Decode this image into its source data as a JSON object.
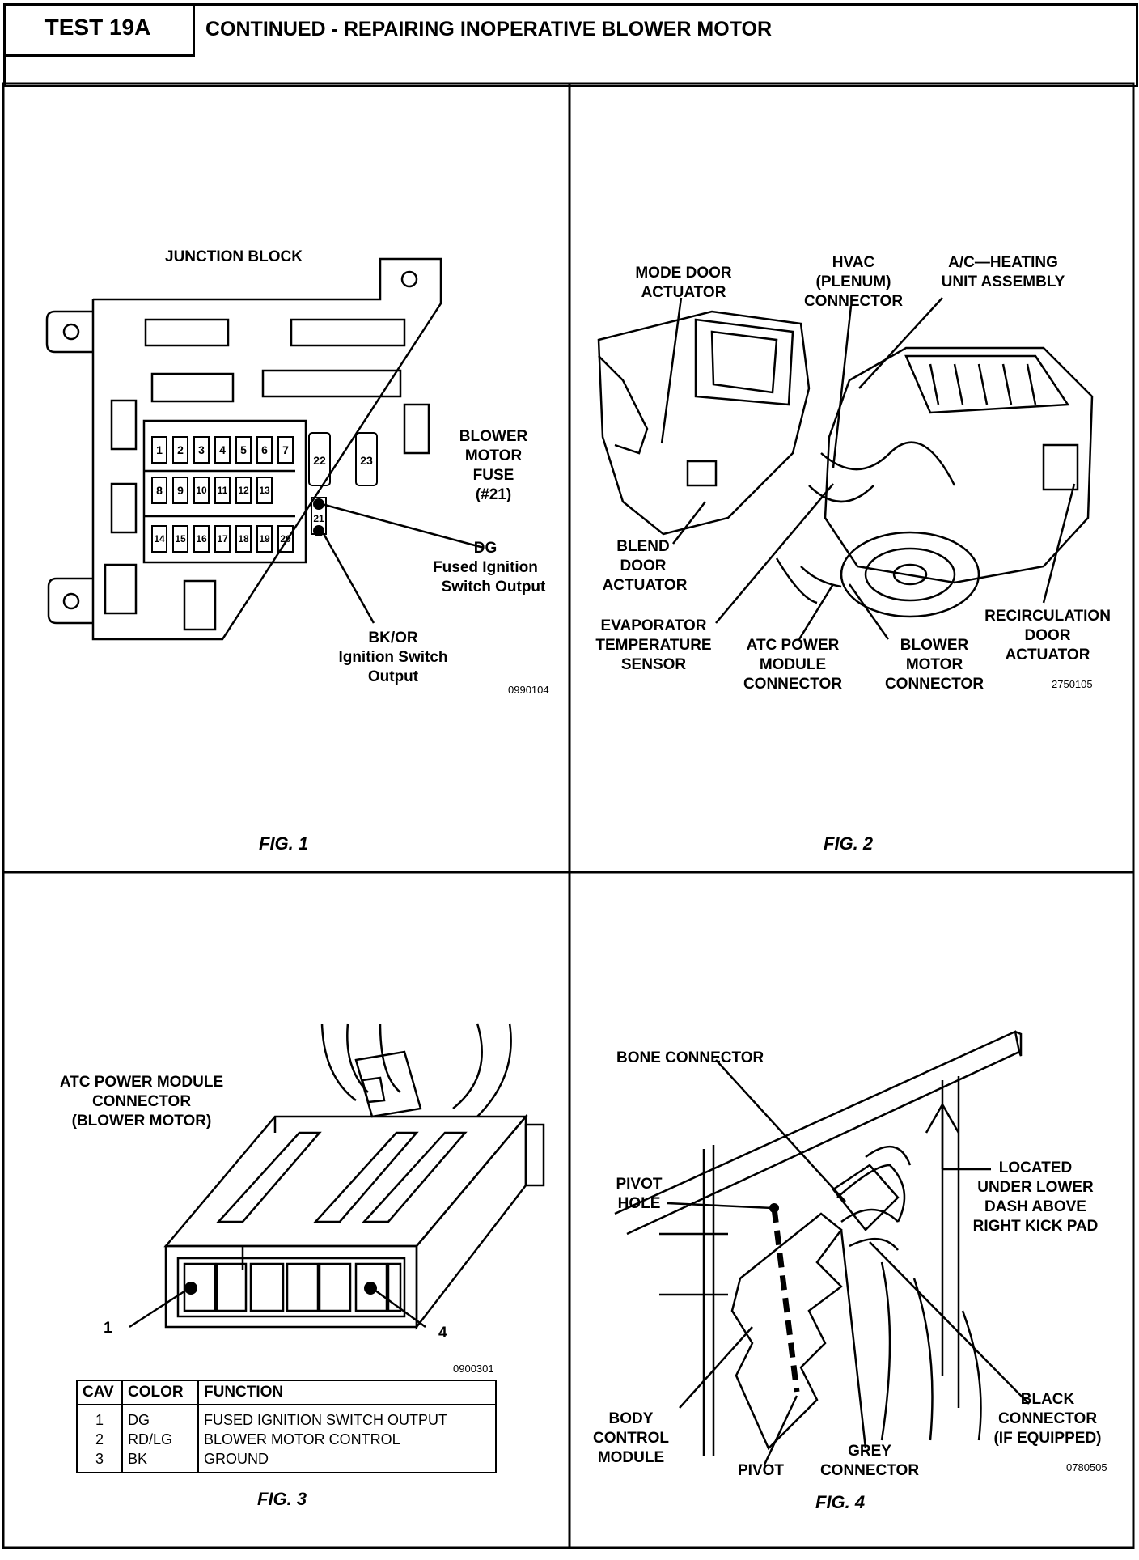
{
  "header": {
    "test_label": "TEST 19A",
    "title": "CONTINUED - REPAIRING INOPERATIVE BLOWER MOTOR"
  },
  "fig1": {
    "title": "JUNCTION BLOCK",
    "blower_fuse": [
      "BLOWER",
      "MOTOR",
      "FUSE",
      "(#21)"
    ],
    "dg": [
      "DG",
      "Fused Ignition",
      "Switch Output"
    ],
    "bkor": [
      "BK/OR",
      "Ignition Switch",
      "Output"
    ],
    "fuses_row1": [
      "1",
      "2",
      "3",
      "4",
      "5",
      "6",
      "7"
    ],
    "fuses_row2": [
      "8",
      "9",
      "10",
      "11",
      "12",
      "13"
    ],
    "fuses_row3": [
      "14",
      "15",
      "16",
      "17",
      "18",
      "19",
      "20"
    ],
    "fuse_21": "21",
    "fuse_22": "22",
    "fuse_23": "23",
    "code": "0990104",
    "caption": "FIG. 1"
  },
  "fig2": {
    "mode_door": [
      "MODE DOOR",
      "ACTUATOR"
    ],
    "hvac": [
      "HVAC",
      "(PLENUM)",
      "CONNECTOR"
    ],
    "ac_heating": [
      "A/C—HEATING",
      "UNIT ASSEMBLY"
    ],
    "blend_door": [
      "BLEND",
      "DOOR",
      "ACTUATOR"
    ],
    "evap": [
      "EVAPORATOR",
      "TEMPERATURE",
      "SENSOR"
    ],
    "atc_power": [
      "ATC POWER",
      "MODULE",
      "CONNECTOR"
    ],
    "blower_conn": [
      "BLOWER",
      "MOTOR",
      "CONNECTOR"
    ],
    "recirc": [
      "RECIRCULATION",
      "DOOR",
      "ACTUATOR"
    ],
    "code": "2750105",
    "caption": "FIG. 2"
  },
  "fig3": {
    "label": [
      "ATC POWER MODULE",
      "CONNECTOR",
      "(BLOWER MOTOR)"
    ],
    "pin1": "1",
    "pin4": "4",
    "code": "0900301",
    "table": {
      "headers": [
        "CAV",
        "COLOR",
        "FUNCTION"
      ],
      "rows": [
        [
          "1",
          "DG",
          "FUSED IGNITION SWITCH OUTPUT"
        ],
        [
          "2",
          "RD/LG",
          "BLOWER MOTOR CONTROL"
        ],
        [
          "3",
          "BK",
          "GROUND"
        ]
      ]
    },
    "caption": "FIG. 3"
  },
  "fig4": {
    "bone": "BONE CONNECTOR",
    "pivot_hole": [
      "PIVOT",
      "HOLE"
    ],
    "located": [
      "LOCATED",
      "UNDER LOWER",
      "DASH ABOVE",
      "RIGHT KICK PAD"
    ],
    "black": [
      "BLACK",
      "CONNECTOR",
      "(IF EQUIPPED)"
    ],
    "bcm": [
      "BODY",
      "CONTROL",
      "MODULE"
    ],
    "pivot": "PIVOT",
    "grey": [
      "GREY",
      "CONNECTOR"
    ],
    "code": "0780505",
    "caption": "FIG. 4"
  }
}
